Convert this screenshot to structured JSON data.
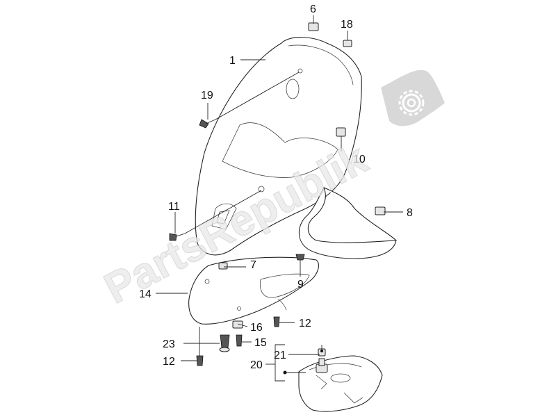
{
  "diagram": {
    "watermark": {
      "brand": "PartsRepublik",
      "icon": "gear-icon",
      "color": "#d8d8d8"
    },
    "callouts": [
      "1",
      "6",
      "18",
      "19",
      "10",
      "8",
      "11",
      "7",
      "9",
      "14",
      "12",
      "16",
      "23",
      "15",
      "12",
      "21",
      "20"
    ]
  }
}
